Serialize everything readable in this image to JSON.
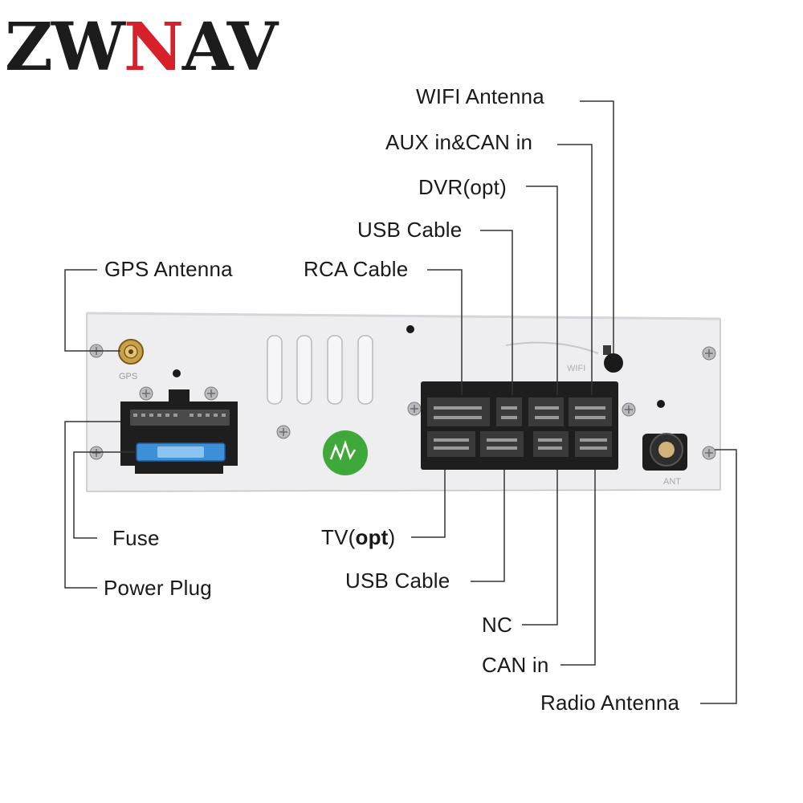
{
  "logo": {
    "brand_part1": "ZW",
    "brand_part2": "N",
    "brand_part3": "AV",
    "color_black": "#1c1c1c",
    "color_red": "#d8202a"
  },
  "panel_marks": {
    "gps_text": "GPS",
    "wifi_text": "WIFI",
    "ant_text": "ANT"
  },
  "labels": {
    "wifi_antenna": "WIFI Antenna",
    "aux_can_in": "AUX in&CAN in",
    "dvr_opt": "DVR(opt)",
    "usb_cable_top": "USB Cable",
    "rca_cable": "RCA Cable",
    "gps_antenna": "GPS Antenna",
    "fuse": "Fuse",
    "power_plug": "Power Plug",
    "tv_prefix": "TV(",
    "tv_opt": "opt",
    "tv_suffix": ")",
    "usb_cable_bottom": "USB Cable",
    "nc": "NC",
    "can_in": "CAN in",
    "radio_antenna": "Radio Antenna"
  },
  "colors": {
    "panel": "#eeeef0",
    "connector": "#1e1e1e",
    "leader_line": "#333333",
    "fuse_blue": "#3d8fd6",
    "sticker_green": "#3fa83a"
  }
}
